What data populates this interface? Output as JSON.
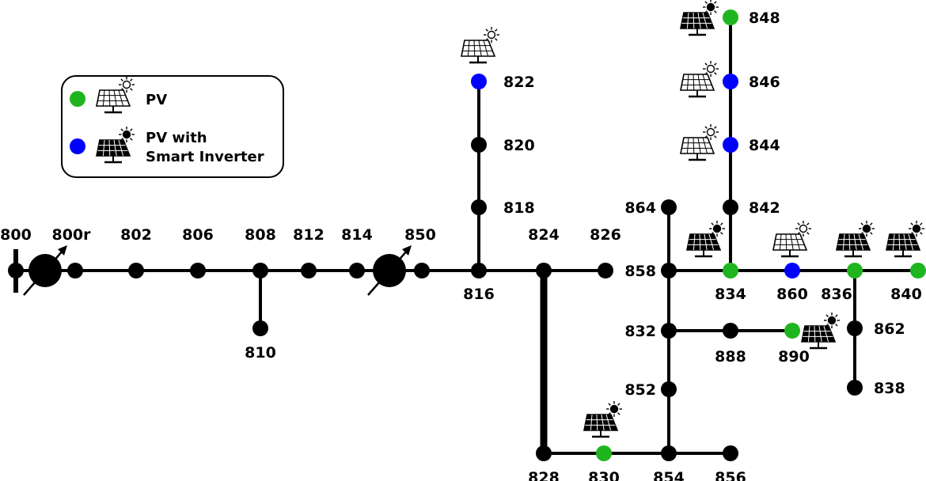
{
  "colors": {
    "line": "#000000",
    "bus": "#000000",
    "pv": "#1fb51f",
    "smart": "#0000ff"
  },
  "legend": {
    "pv_label": "PV",
    "smart_label_line1": "PV with",
    "smart_label_line2": "Smart Inverter",
    "pv_icon": "solar-panel-outline-icon",
    "smart_icon": "solar-panel-filled-icon"
  },
  "buses": [
    {
      "id": "800",
      "label": "800",
      "type": "bus"
    },
    {
      "id": "800r",
      "label": "800r",
      "type": "bus"
    },
    {
      "id": "802",
      "label": "802",
      "type": "bus"
    },
    {
      "id": "806",
      "label": "806",
      "type": "bus"
    },
    {
      "id": "808",
      "label": "808",
      "type": "bus"
    },
    {
      "id": "810",
      "label": "810",
      "type": "bus"
    },
    {
      "id": "812",
      "label": "812",
      "type": "bus"
    },
    {
      "id": "814",
      "label": "814",
      "type": "bus"
    },
    {
      "id": "850",
      "label": "850",
      "type": "bus"
    },
    {
      "id": "816",
      "label": "816",
      "type": "bus"
    },
    {
      "id": "818",
      "label": "818",
      "type": "bus"
    },
    {
      "id": "820",
      "label": "820",
      "type": "bus"
    },
    {
      "id": "822",
      "label": "822",
      "type": "smart"
    },
    {
      "id": "824",
      "label": "824",
      "type": "bus"
    },
    {
      "id": "826",
      "label": "826",
      "type": "bus"
    },
    {
      "id": "828",
      "label": "828",
      "type": "bus"
    },
    {
      "id": "830",
      "label": "830",
      "type": "pv"
    },
    {
      "id": "854",
      "label": "854",
      "type": "bus"
    },
    {
      "id": "856",
      "label": "856",
      "type": "bus"
    },
    {
      "id": "852",
      "label": "852",
      "type": "bus"
    },
    {
      "id": "832",
      "label": "832",
      "type": "bus"
    },
    {
      "id": "888",
      "label": "888",
      "type": "bus"
    },
    {
      "id": "890",
      "label": "890",
      "type": "pv"
    },
    {
      "id": "858",
      "label": "858",
      "type": "bus"
    },
    {
      "id": "864",
      "label": "864",
      "type": "bus"
    },
    {
      "id": "834",
      "label": "834",
      "type": "pv"
    },
    {
      "id": "842",
      "label": "842",
      "type": "bus"
    },
    {
      "id": "844",
      "label": "844",
      "type": "smart"
    },
    {
      "id": "846",
      "label": "846",
      "type": "smart"
    },
    {
      "id": "848",
      "label": "848",
      "type": "pv"
    },
    {
      "id": "860",
      "label": "860",
      "type": "smart"
    },
    {
      "id": "836",
      "label": "836",
      "type": "pv"
    },
    {
      "id": "840",
      "label": "840",
      "type": "pv"
    },
    {
      "id": "862",
      "label": "862",
      "type": "bus"
    },
    {
      "id": "838",
      "label": "838",
      "type": "bus"
    }
  ],
  "lines": [
    [
      "800",
      "800r"
    ],
    [
      "800r",
      "802"
    ],
    [
      "802",
      "806"
    ],
    [
      "806",
      "808"
    ],
    [
      "808",
      "810"
    ],
    [
      "808",
      "812"
    ],
    [
      "812",
      "814"
    ],
    [
      "814",
      "850"
    ],
    [
      "850",
      "816"
    ],
    [
      "816",
      "818"
    ],
    [
      "818",
      "820"
    ],
    [
      "820",
      "822"
    ],
    [
      "816",
      "824"
    ],
    [
      "824",
      "826"
    ],
    [
      "824",
      "828"
    ],
    [
      "828",
      "830"
    ],
    [
      "830",
      "854"
    ],
    [
      "854",
      "856"
    ],
    [
      "854",
      "852"
    ],
    [
      "852",
      "832"
    ],
    [
      "832",
      "888"
    ],
    [
      "888",
      "890"
    ],
    [
      "832",
      "858"
    ],
    [
      "858",
      "864"
    ],
    [
      "858",
      "834"
    ],
    [
      "834",
      "842"
    ],
    [
      "842",
      "844"
    ],
    [
      "844",
      "846"
    ],
    [
      "846",
      "848"
    ],
    [
      "834",
      "860"
    ],
    [
      "860",
      "836"
    ],
    [
      "836",
      "840"
    ],
    [
      "836",
      "862"
    ],
    [
      "862",
      "838"
    ]
  ],
  "regulators": [
    {
      "between": [
        "800",
        "800r"
      ],
      "name": "voltage-regulator-1"
    },
    {
      "between": [
        "814",
        "850"
      ],
      "name": "voltage-regulator-2"
    }
  ],
  "solar_panels": [
    {
      "bus": "822",
      "style": "outline"
    },
    {
      "bus": "848",
      "style": "filled"
    },
    {
      "bus": "846",
      "style": "outline"
    },
    {
      "bus": "844",
      "style": "outline"
    },
    {
      "bus": "834",
      "style": "filled"
    },
    {
      "bus": "860",
      "style": "outline"
    },
    {
      "bus": "836",
      "style": "filled"
    },
    {
      "bus": "840",
      "style": "filled"
    },
    {
      "bus": "890",
      "style": "filled"
    },
    {
      "bus": "830",
      "style": "filled"
    }
  ]
}
